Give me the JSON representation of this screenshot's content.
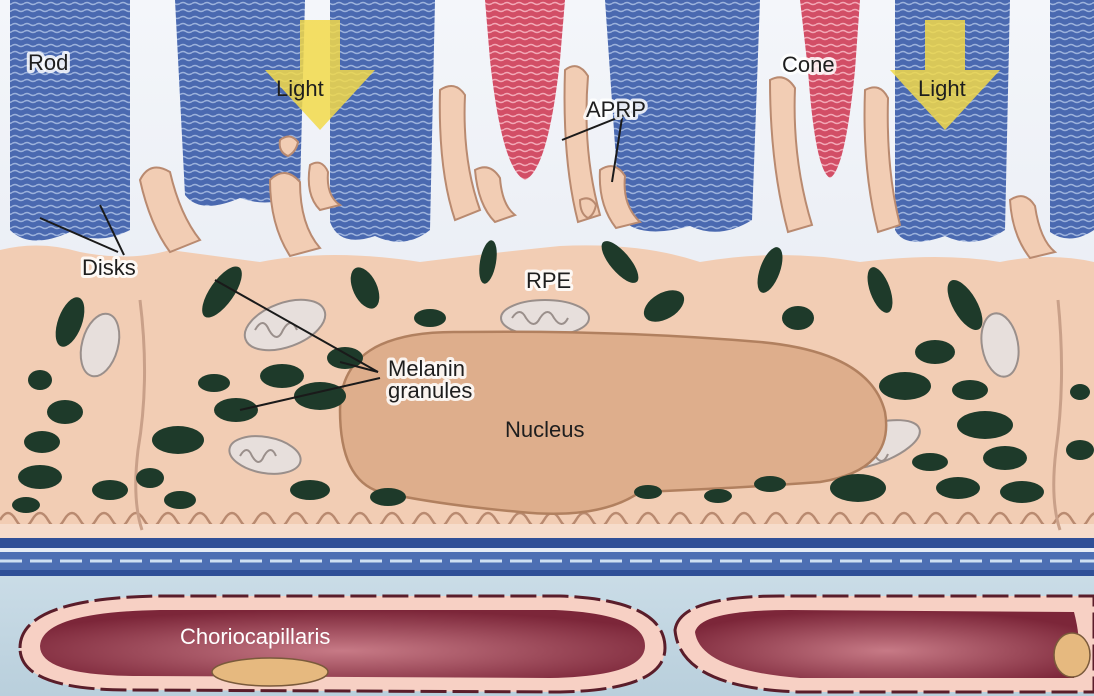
{
  "labels": {
    "rod": "Rod",
    "light_left": "Light",
    "aprp": "APRP",
    "cone": "Cone",
    "light_right": "Light",
    "disks": "Disks",
    "rpe": "RPE",
    "melanin_line1": "Melanin",
    "melanin_line2": "granules",
    "nucleus": "Nucleus",
    "choriocapillaris": "Choriocapillaris"
  },
  "colors": {
    "rpe_cell": "#f2cdb4",
    "photoreceptor_blue": "#3f5fa8",
    "cone_pink": "#d9576e",
    "melanin": "#1e3a2a",
    "nucleus": "#deae8c",
    "bruch_membrane": "#3b5ea6",
    "choroid_background": "#c2d7e4",
    "vessel_lumen": "#8a2f45"
  },
  "icons": [
    "light-arrow-icon",
    "mitochondrion-icon"
  ]
}
